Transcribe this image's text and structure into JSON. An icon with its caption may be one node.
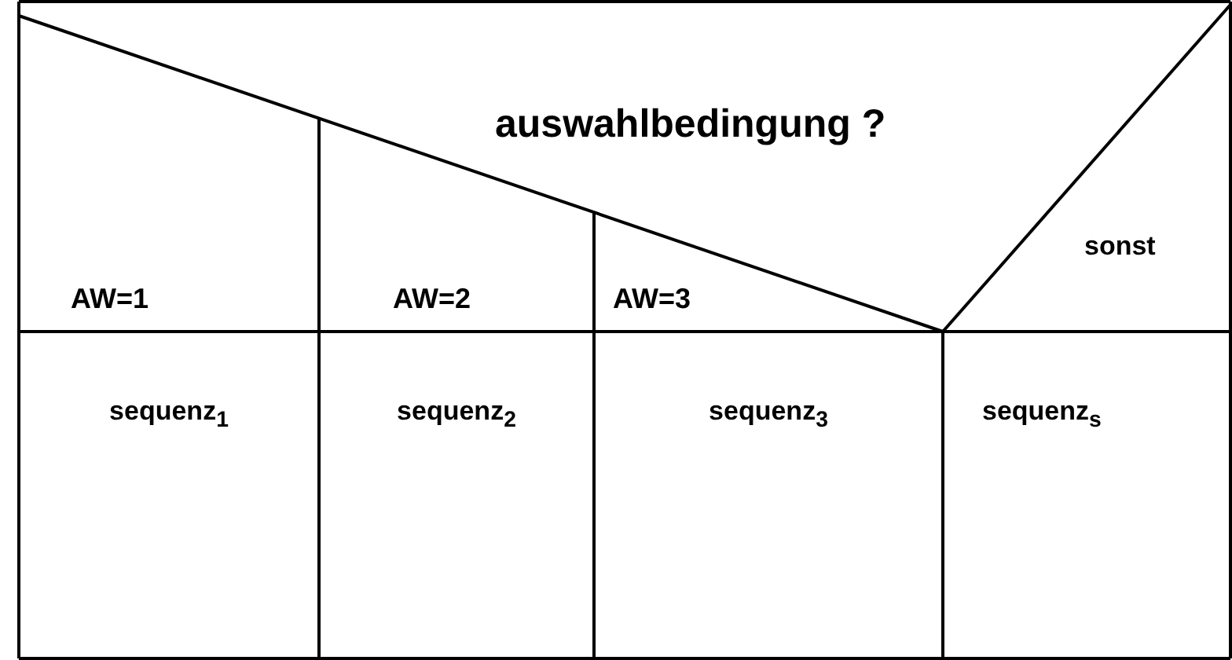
{
  "diagram": {
    "nodes": [
      {
        "text": [
          "sequenz$_{1}$"
        ]
      },
      {
        "text": [
          "sequenz$_{2}$"
        ]
      },
      {
        "text": [
          "sequenz$_{3}$"
        ]
      },
      {
        "text": [
          "sequenz$_{s}$"
        ]
      }
    ],
    "labels": [
      "auswahlbedingung ?",
      "AW=1",
      "AW=2",
      "AW=3",
      "sonst"
    ]
  }
}
